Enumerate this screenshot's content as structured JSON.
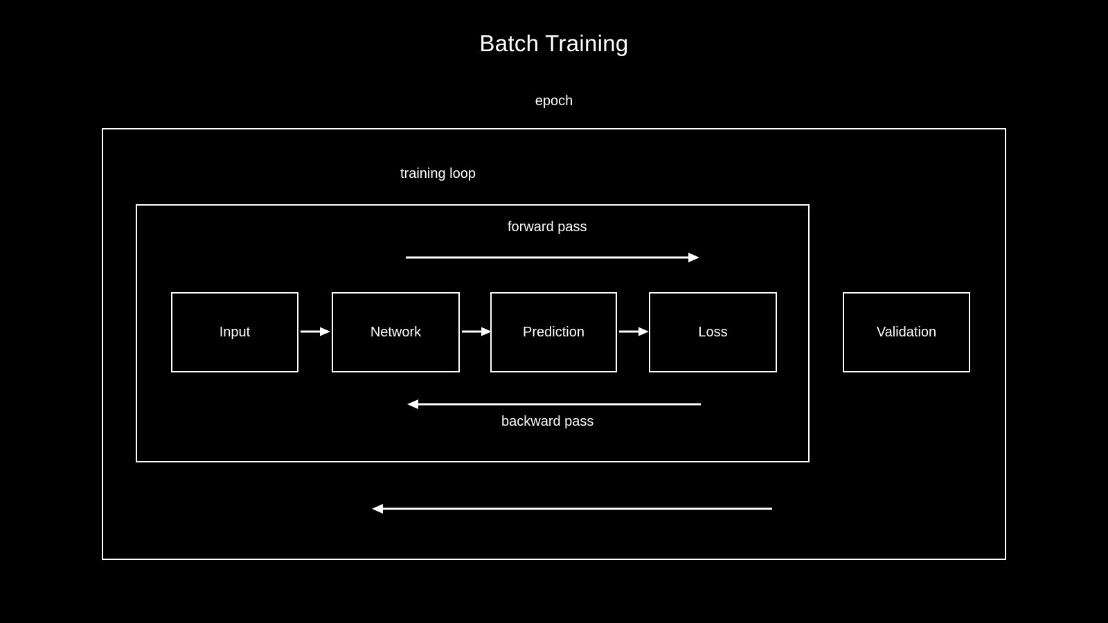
{
  "page": {
    "title": "Batch Training",
    "background_color": "#000000",
    "stroke_color": "#ffffff",
    "text_color": "#ffffff"
  },
  "containers": {
    "epoch": {
      "label": "epoch"
    },
    "training_loop": {
      "label": "training loop"
    }
  },
  "captions": {
    "forward_pass": "forward pass",
    "backward_pass": "backward pass"
  },
  "nodes": [
    {
      "id": "input",
      "label": "Input"
    },
    {
      "id": "network",
      "label": "Network"
    },
    {
      "id": "prediction",
      "label": "Prediction"
    },
    {
      "id": "loss",
      "label": "Loss"
    },
    {
      "id": "validation",
      "label": "Validation"
    }
  ],
  "arrows": [
    {
      "id": "input-to-network",
      "direction": "right"
    },
    {
      "id": "network-to-prediction",
      "direction": "right"
    },
    {
      "id": "prediction-to-loss",
      "direction": "right"
    },
    {
      "id": "forward-pass",
      "direction": "right"
    },
    {
      "id": "backward-pass",
      "direction": "left"
    },
    {
      "id": "epoch-loop-back",
      "direction": "left"
    }
  ]
}
